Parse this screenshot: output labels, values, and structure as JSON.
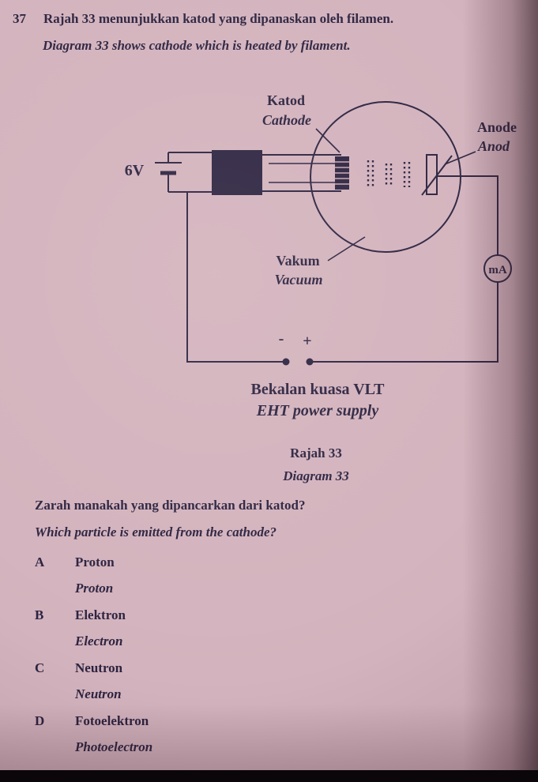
{
  "header": {
    "question_number": "37",
    "intro_ms": "Rajah 33 menunjukkan katod yang dipanaskan oleh filamen.",
    "intro_en": "Diagram 33 shows cathode which is heated by filament."
  },
  "diagram": {
    "labels": {
      "cathode_ms": "Katod",
      "cathode_en": "Cathode",
      "anode_en": "Anode",
      "anode_ms": "Anod",
      "battery_voltage": "6V",
      "vacuum_ms": "Vakum",
      "vacuum_en": "Vacuum",
      "meter": "mA",
      "terminal_minus": "-",
      "terminal_plus": "+",
      "supply_ms": "Bekalan kuasa VLT",
      "supply_en": "EHT power supply"
    },
    "caption_ms": "Rajah 33",
    "caption_en": "Diagram 33",
    "line_color": "#2c2340"
  },
  "question": {
    "text_ms": "Zarah manakah yang dipancarkan dari katod?",
    "text_en": "Which particle is emitted from the cathode?"
  },
  "options": [
    {
      "letter": "A",
      "ms": "Proton",
      "en": "Proton"
    },
    {
      "letter": "B",
      "ms": "Elektron",
      "en": "Electron"
    },
    {
      "letter": "C",
      "ms": "Neutron",
      "en": "Neutron"
    },
    {
      "letter": "D",
      "ms": "Fotoelektron",
      "en": "Photoelectron"
    }
  ]
}
